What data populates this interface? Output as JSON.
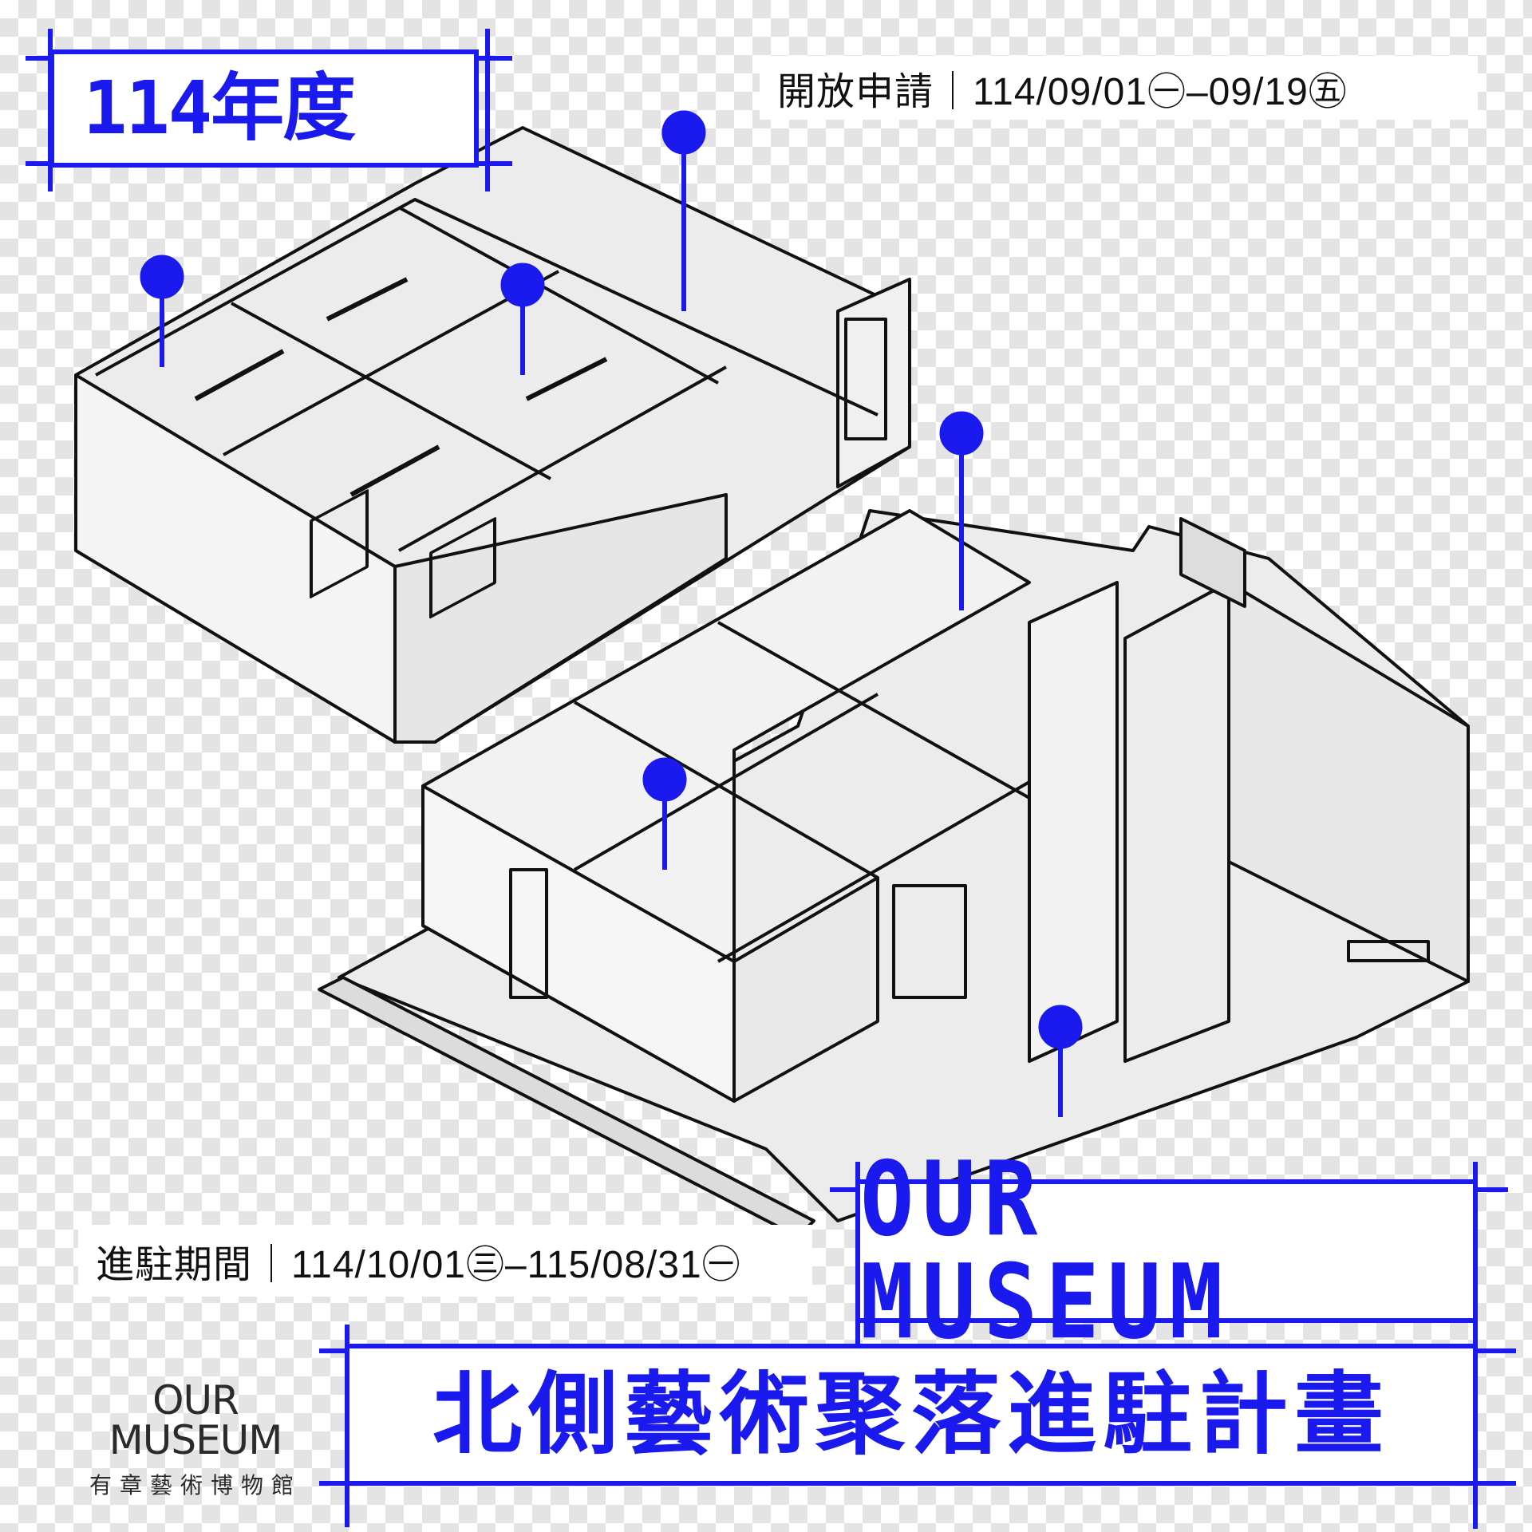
{
  "year_badge": "114年度",
  "application_period": "開放申請｜114/09/01㊀–09/19㊄",
  "residency_period": "進駐期間｜114/10/01㊂–115/08/31㊀",
  "brand_title": "OUR MUSEUM",
  "program_title": "北側藝術聚落進駐計畫",
  "logo": {
    "name": "OUR MUSEUM",
    "chinese_name": "有章藝術博物館"
  },
  "colors": {
    "accent": "#1a1aee",
    "line_art": "#111111",
    "checker": "#e4e4e4"
  }
}
